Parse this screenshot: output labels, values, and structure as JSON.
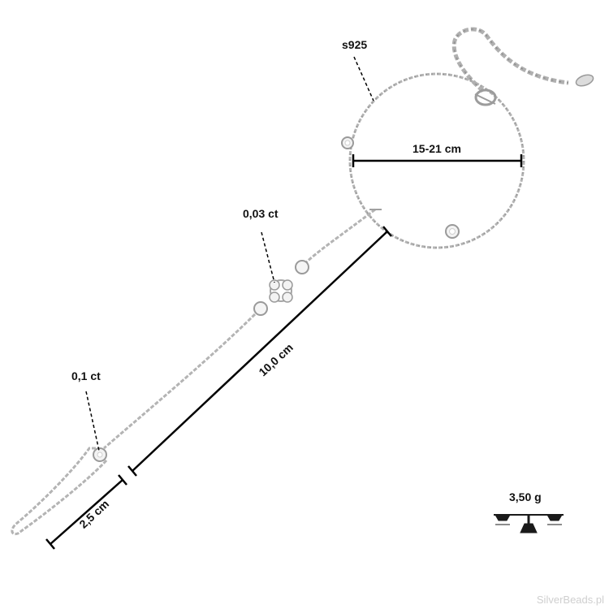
{
  "product": {
    "material_label": "s925",
    "bracelet_size_label": "15-21 cm",
    "center_stone_label": "0,03 ct",
    "finger_stone_label": "0,1 ct",
    "chain_length_label": "10,0 cm",
    "ring_length_label": "2,5 cm",
    "weight_label": "3,50 g"
  },
  "icons": {
    "weight": "balance-scale-icon"
  },
  "watermark": "SilverBeads.pl",
  "colors": {
    "background": "#ffffff",
    "silver": "#a9a9a9",
    "dimension_line": "#000000"
  }
}
